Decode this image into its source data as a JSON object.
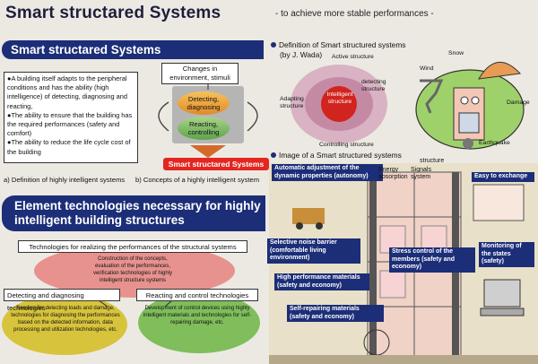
{
  "header": {
    "title": "Smart structared Systems",
    "subtitle": "- to achieve more stable performances -"
  },
  "left_panel": {
    "band_title": "Smart structared Systems",
    "definition_points": [
      "●A building itself adapts to the peripheral conditions and has the ability (high intelligence) of detecting, diagnosing and reacting,",
      "●The ability to ensure that the building has the required performances (safety and comfort)",
      "●The ability to reduce the life cycle cost of the building"
    ],
    "caption_a": "a) Definition of highly intelligent systems",
    "caption_b": "b) Concepts of a highly intelligent system",
    "concept": {
      "env_box": "Changes in environment, stimuli",
      "detect": "Detecting, diagnosing",
      "react": "Reacting, controlling",
      "result": "Smart structared Systems"
    },
    "colors": {
      "band": "#1c2e78",
      "result_red": "#e32620",
      "detect_orange": "#e08a2a",
      "react_green": "#5ea34b"
    }
  },
  "lower_left": {
    "band_title": "Element technologies necessary for highly intelligent building structures",
    "tech_head": "Technologies for realizing the performances of the structural systems",
    "tech_desc": "Construction of the concepts, evaluation of the performances, verification technologies of highly intelligent structure systems",
    "detect_head": "Detecting and diagnosing technologies",
    "detect_desc": "Sensors for detecting loads and damage, technologies for diagnosing the performances based on the detected information, data processing and utilization technologies, etc.",
    "react_head": "Reacting and control technologies",
    "react_desc": "Development of control devices using highly intelligent materials and technologies for self-repairing damage, etc."
  },
  "right_panel": {
    "def_title": "Definition of Smart structured systems",
    "def_author": "(by J. Wada)",
    "circles": {
      "active": "Active structure",
      "adapting": "Adapting structure",
      "intelligent": "Intelligent structure",
      "detecting": "detecting structure",
      "controlling": "Controlling structure"
    },
    "hazards": [
      "Snow",
      "Wind",
      "Damage",
      "Earthquake"
    ],
    "image_title": "Image of a Smart structured systems",
    "image_labels": {
      "auto_adjust": "Automatic adjustment of the dynamic properties (autonomy)",
      "energy": "Energy absorption",
      "signals": "Signals system",
      "structure": "structure",
      "easy_exchange": "Easy to exchange",
      "noise_barrier": "Selective noise barrier (comfortable living environment)",
      "stress_control": "Stress control of the members (safety and economy)",
      "monitoring": "Monitoring of the states (safety)",
      "high_perf": "High performance materials (safety and economy)",
      "self_repair": "Self-repairing materials (safety and economy)"
    }
  }
}
